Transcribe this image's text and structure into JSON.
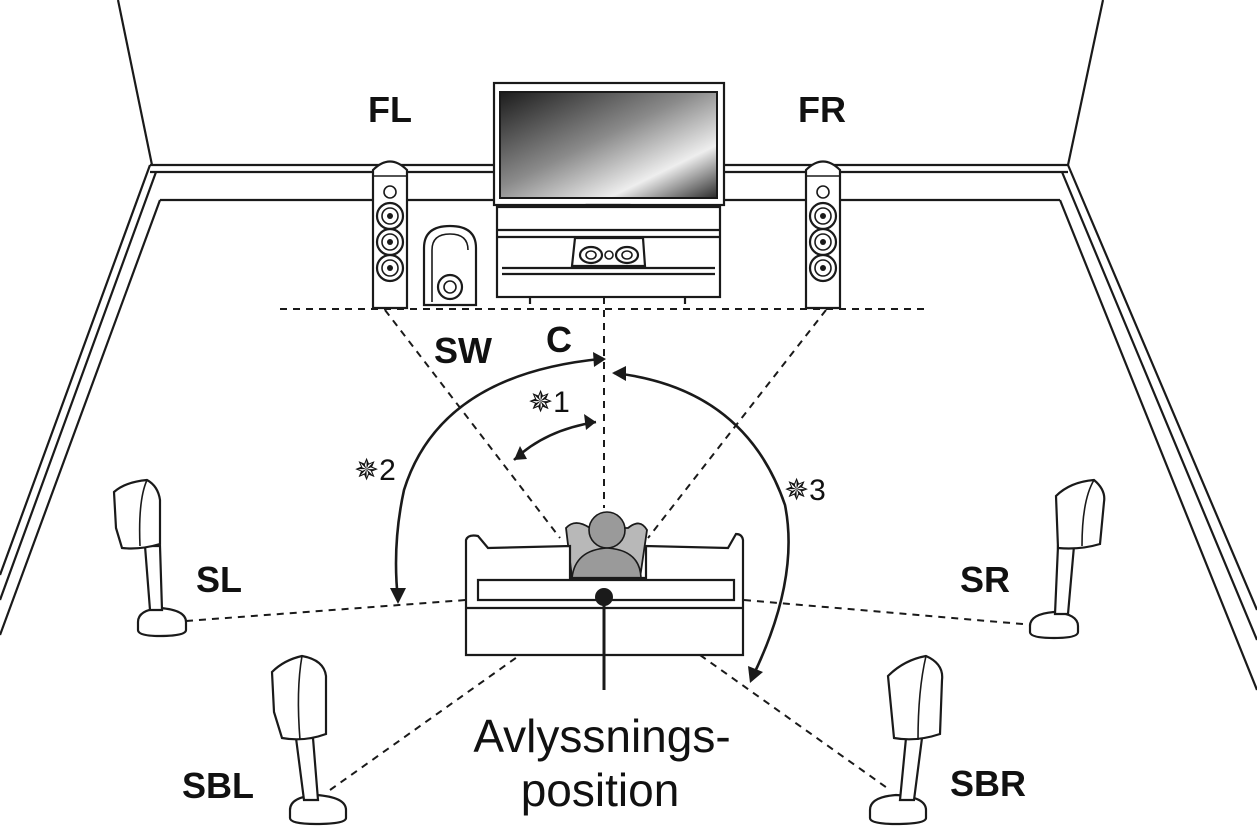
{
  "speakers": {
    "fl": "FL",
    "fr": "FR",
    "sw": "SW",
    "c": "C",
    "sl": "SL",
    "sr": "SR",
    "sbl": "SBL",
    "sbr": "SBR"
  },
  "angles": {
    "a1": "✵1",
    "a2": "✵2",
    "a3": "✵3"
  },
  "listening_position": {
    "line1": "Avlyssnings-",
    "line2": "position"
  },
  "colors": {
    "ink": "#1a1a1a",
    "tv_screen_dark": "#1c1c1c",
    "tv_screen_light": "#eeeeee",
    "person": "#9a9a9a"
  }
}
